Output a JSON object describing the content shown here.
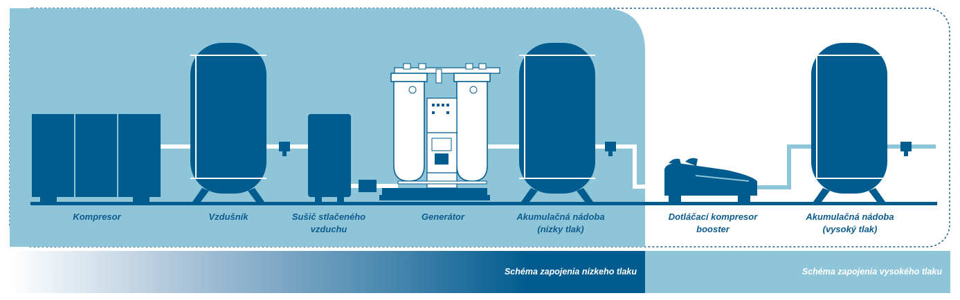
{
  "components": {
    "compressor": "Kompresor",
    "air_receiver": "Vzdušník",
    "dryer": [
      "Sušič stlačeného",
      "vzduchu"
    ],
    "generator": "Generátor",
    "buffer_low": [
      "Akumulačná nádoba",
      "(nízky tlak)"
    ],
    "booster": [
      "Dotláčací kompresor",
      "booster"
    ],
    "buffer_high": [
      "Akumulačná nádoba",
      "(vysoký tlak)"
    ]
  },
  "legend": {
    "low_pressure": "Schéma zapojenia nízkeho tlaku",
    "high_pressure": "Schéma zapojenia vysokého tlaku"
  },
  "colors": {
    "dark_blue": "#005b8e",
    "light_blue": "#8fc5d9",
    "label_text": "#0d5b8c",
    "dashed_border": "#1f5f8b"
  }
}
